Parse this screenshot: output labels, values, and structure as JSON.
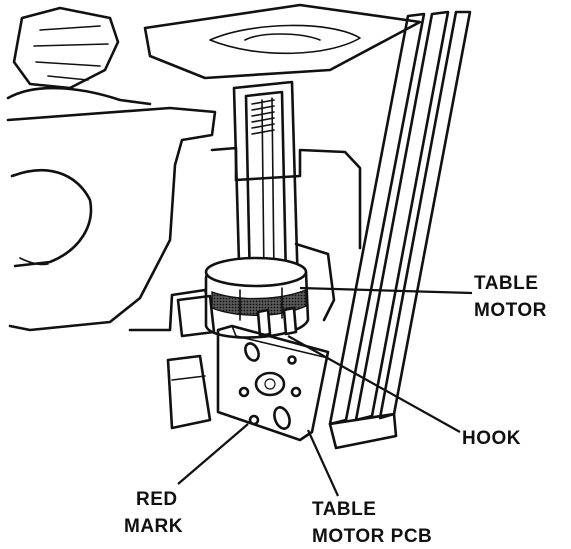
{
  "labels": {
    "table_motor_line1": "TABLE",
    "table_motor_line2": "MOTOR",
    "hook": "HOOK",
    "red_mark_line1": "RED",
    "red_mark_line2": "MARK",
    "pcb_line1": "TABLE",
    "pcb_line2": "MOTOR PCB"
  }
}
